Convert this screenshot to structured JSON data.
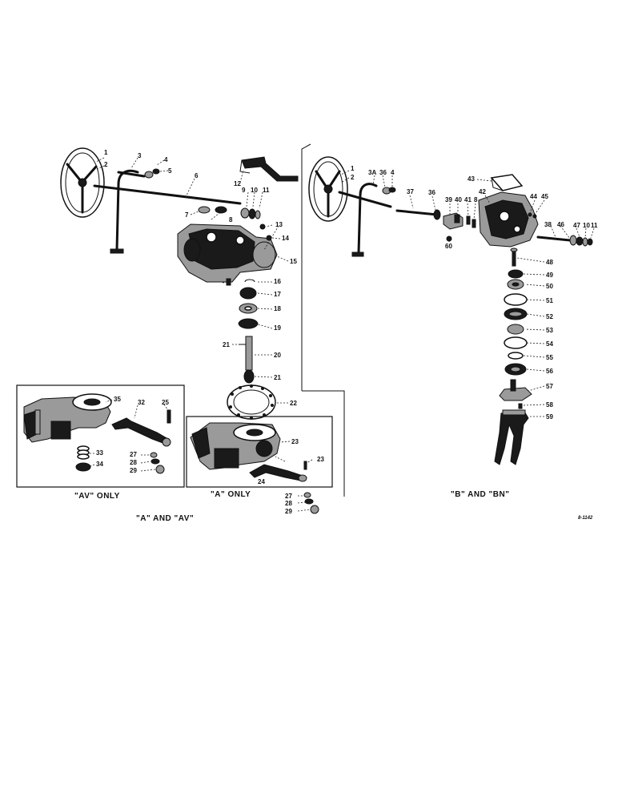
{
  "diagram": {
    "left_group_callouts": [
      "1",
      "2",
      "3",
      "4",
      "5",
      "6",
      "7",
      "8",
      "9",
      "10",
      "11",
      "12",
      "13",
      "14",
      "15",
      "16",
      "17",
      "18",
      "19",
      "20",
      "21",
      "21",
      "22"
    ],
    "av_box_callouts": [
      "35",
      "32",
      "25",
      "33",
      "34",
      "27",
      "28",
      "29"
    ],
    "a_box_callouts": [
      "23",
      "24",
      "23",
      "27",
      "28",
      "29"
    ],
    "right_group_callouts": [
      "1",
      "2",
      "3A",
      "36",
      "4",
      "37",
      "36",
      "39",
      "40",
      "41",
      "8",
      "42",
      "43",
      "44",
      "45",
      "38",
      "46",
      "47",
      "10",
      "11",
      "60",
      "48",
      "49",
      "50",
      "51",
      "52",
      "53",
      "54",
      "55",
      "56",
      "57",
      "58",
      "59"
    ],
    "captions": {
      "av_only": "\"AV\" ONLY",
      "a_only": "\"A\" ONLY",
      "a_and_av": "\"A\" AND \"AV\"",
      "b_and_bn": "\"B\" AND \"BN\""
    },
    "drawing_code": "8-1142"
  }
}
